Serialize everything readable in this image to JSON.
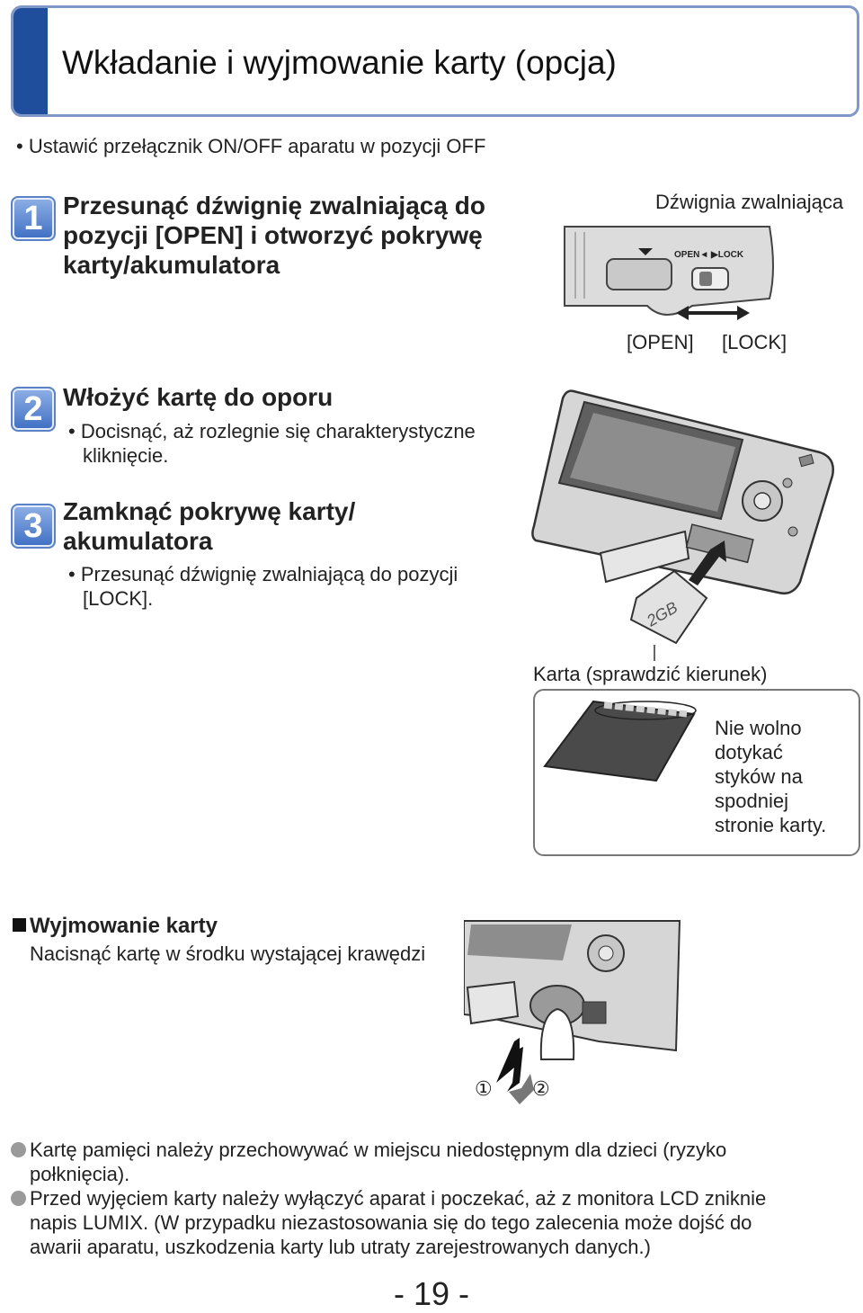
{
  "header": {
    "title": "Wkładanie i wyjmowanie karty (opcja)"
  },
  "intro_bullet": "• Ustawić przełącznik ON/OFF aparatu w pozycji OFF",
  "steps": [
    {
      "number": "1",
      "title_lines": [
        "Przesunąć dźwignię zwalniającą do",
        "pozycji [OPEN] i otworzyć pokrywę",
        "karty/akumulatora"
      ],
      "sub": []
    },
    {
      "number": "2",
      "title_lines": [
        "Włożyć kartę do oporu"
      ],
      "sub": [
        "• Docisnąć, aż rozlegnie się charakterystyczne",
        "kliknięcie."
      ]
    },
    {
      "number": "3",
      "title_lines": [
        "Zamknąć pokrywę karty/",
        "akumulatora"
      ],
      "sub": [
        "• Przesunąć dźwignię zwalniającą do pozycji",
        "[LOCK]."
      ]
    }
  ],
  "figure1": {
    "caption": "Dźwignia zwalniająca",
    "open_label": "[OPEN]",
    "lock_label": "[LOCK]",
    "engraving": "OPEN◄ ▶LOCK"
  },
  "figure2": {
    "card_text": "2GB",
    "caption": "Karta (sprawdzić kierunek)"
  },
  "card_note": [
    "Nie wolno",
    "dotykać",
    "styków na",
    "spodniej",
    "stronie karty."
  ],
  "removal": {
    "heading": "Wyjmowanie karty",
    "instruction": "Nacisnąć kartę w środku wystającej krawędzi",
    "marker1": "①",
    "marker2": "②"
  },
  "notes": [
    {
      "lines": [
        "Kartę pamięci należy przechowywać w miejscu niedostępnym dla dzieci (ryzyko",
        "połknięcia)."
      ]
    },
    {
      "lines": [
        "Przed wyjęciem karty należy wyłączyć aparat i poczekać, aż z monitora LCD zniknie",
        "napis LUMIX. (W przypadku niezastosowania się do tego zalecenia może dojść do",
        "awarii aparatu, uszkodzenia karty lub utraty zarejestrowanych danych.)"
      ]
    }
  ],
  "page_number": "- 19 -",
  "colors": {
    "header_band": "#1f4e9c",
    "header_border": "#7f98c9",
    "badge_top": "#8fb0e6",
    "badge_bottom": "#3f6fc3"
  }
}
